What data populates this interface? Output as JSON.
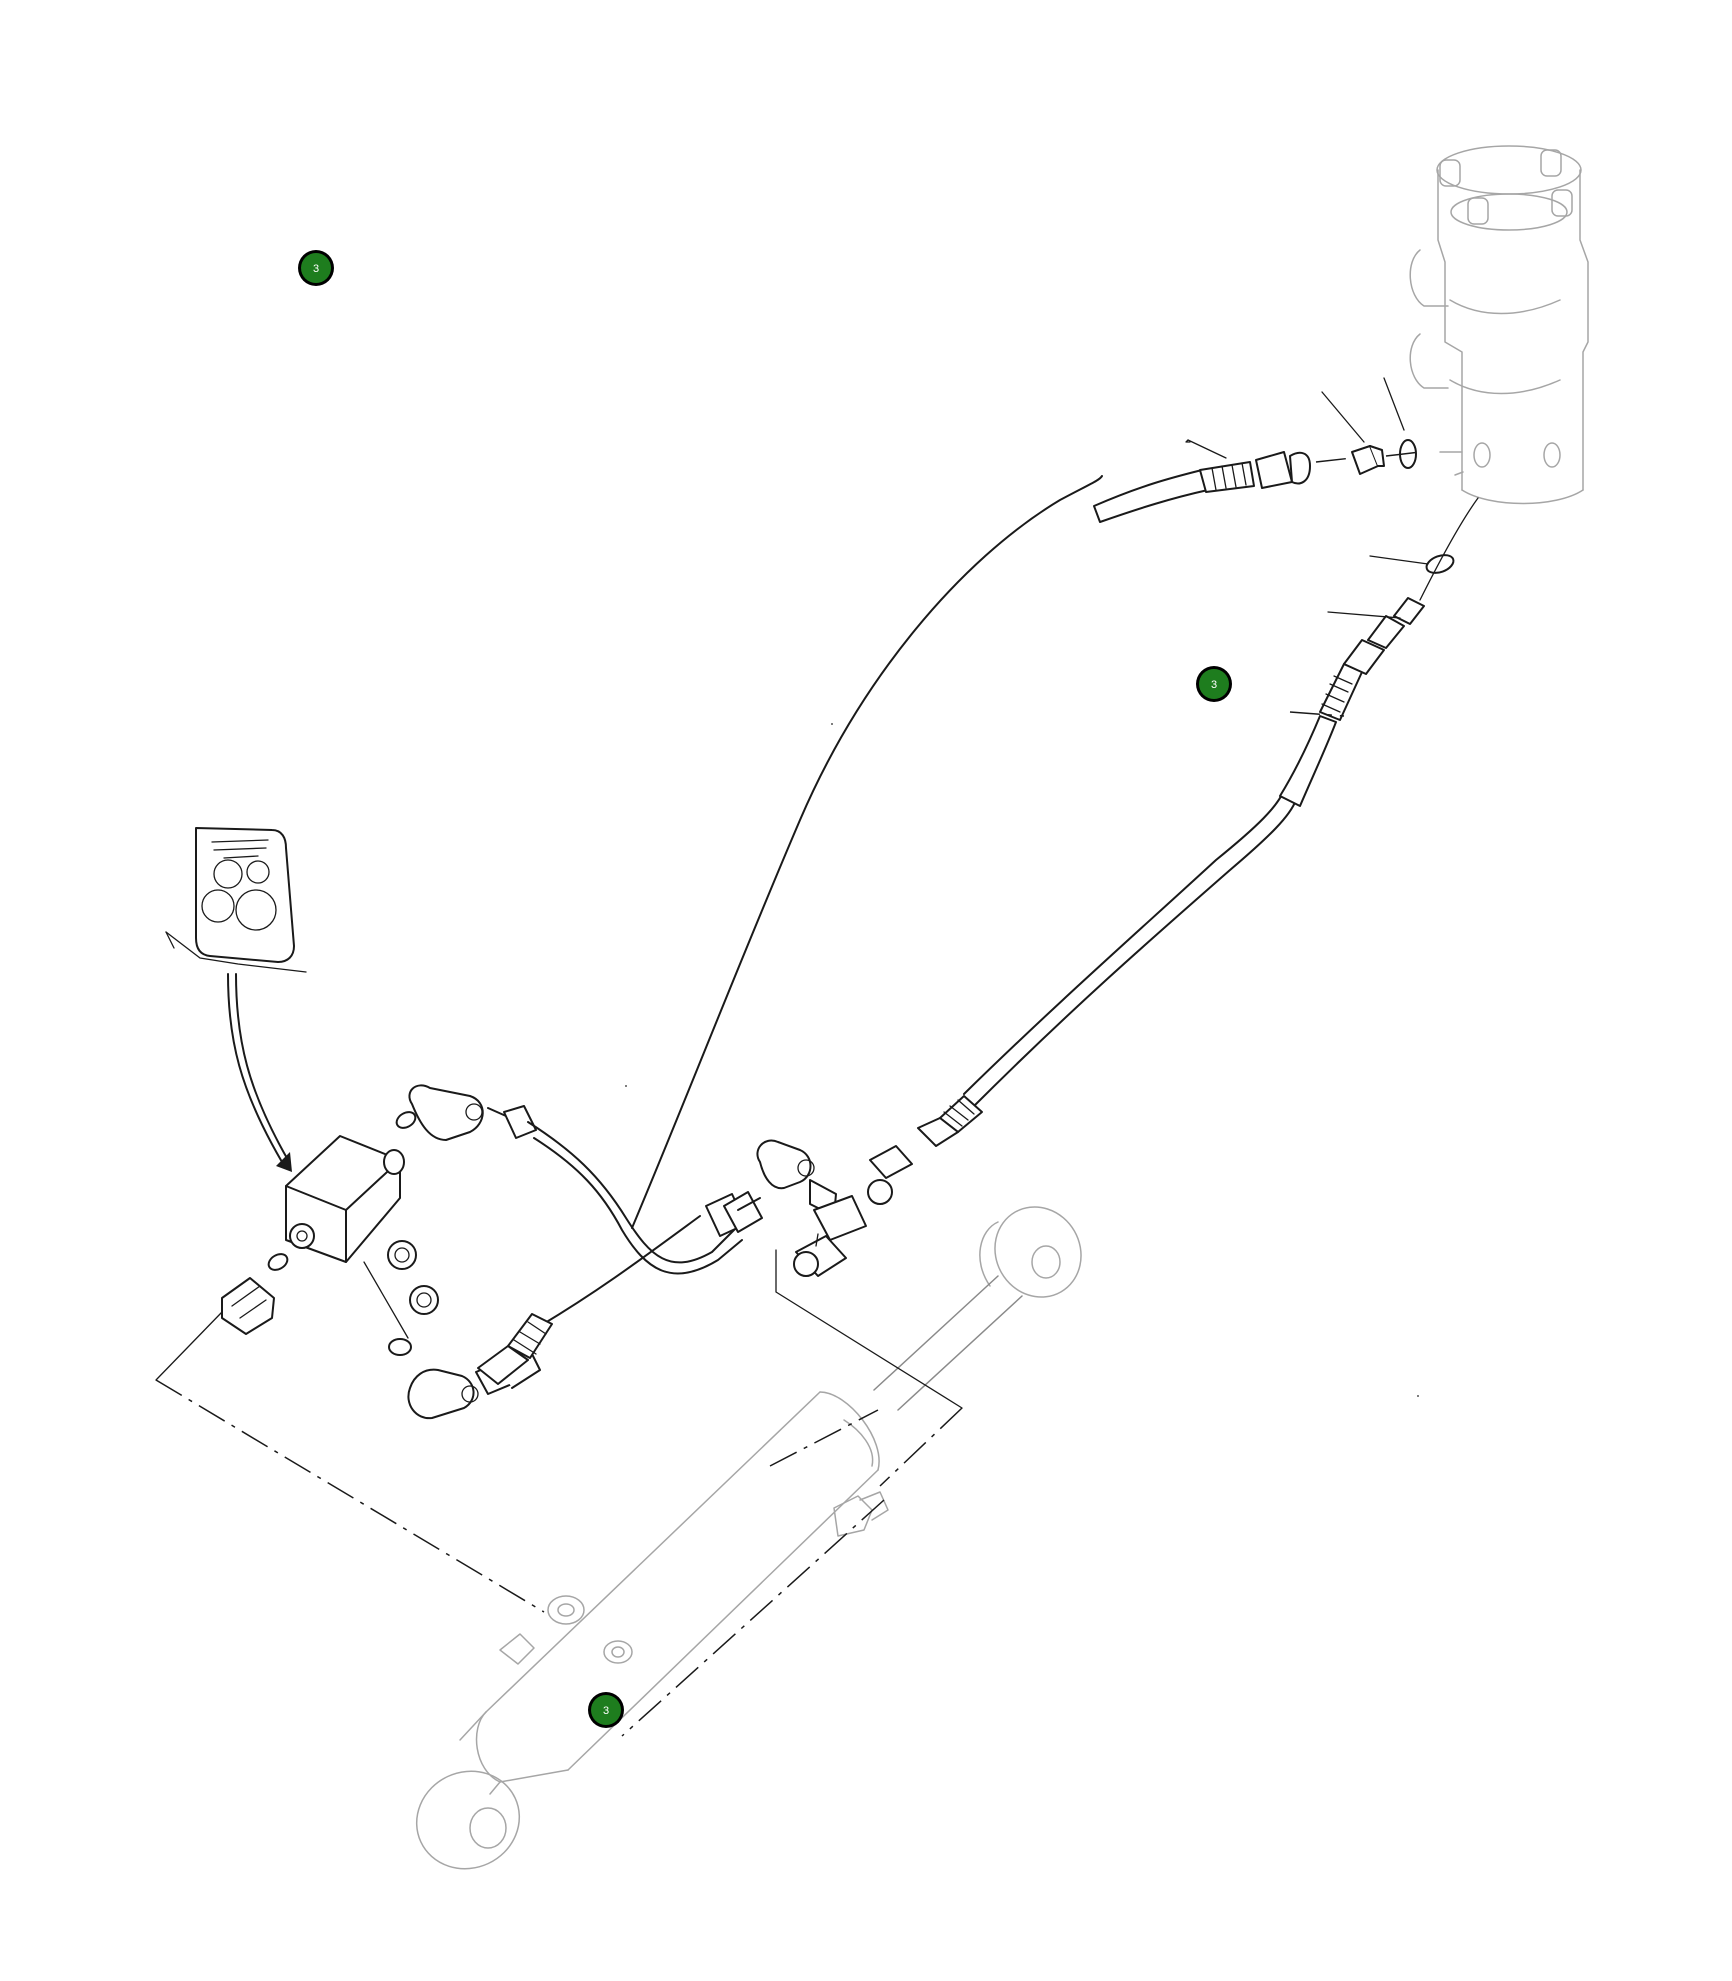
{
  "hotspots": [
    {
      "label": "3",
      "color": "#1e7d1e"
    },
    {
      "label": "3",
      "color": "#1e7d1e"
    },
    {
      "label": "3",
      "color": "#1e7d1e"
    }
  ],
  "icons": {
    "control_unit": "gauge-panel-icon",
    "steering_valve": "steering-valve-icon",
    "cylinder": "hydraulic-cylinder-icon"
  }
}
